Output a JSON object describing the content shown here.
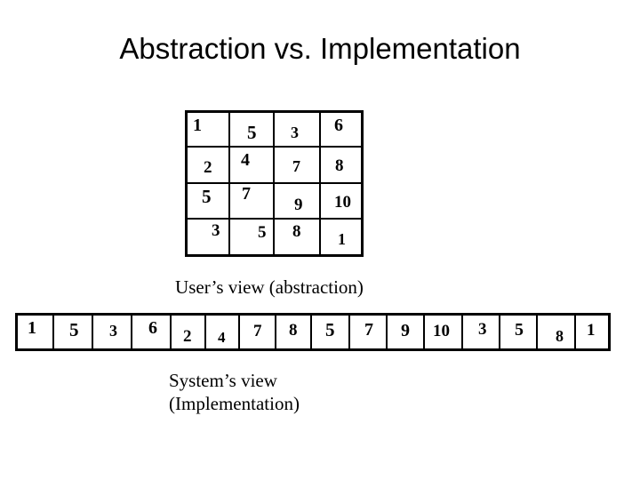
{
  "slide": {
    "title": "Abstraction vs. Implementation",
    "background_color": "#ffffff",
    "ink_color": "#000000"
  },
  "matrix": {
    "name": "users-view-matrix",
    "rows": 4,
    "cols": 4,
    "values": [
      [
        "1",
        "5",
        "3",
        "6"
      ],
      [
        "2",
        "4",
        "7",
        "8"
      ],
      [
        "5",
        "7",
        "9",
        "10"
      ],
      [
        "3",
        "5",
        "8",
        "1"
      ]
    ],
    "caption": "User’s view (abstraction)"
  },
  "strip": {
    "name": "systems-view-strip",
    "cells": [
      "1",
      "5",
      "3",
      "6",
      "2",
      "4",
      "7",
      "8",
      "5",
      "7",
      "9",
      "10",
      "3",
      "5",
      "8",
      "1"
    ],
    "caption": "System’s view\n(Implementation)"
  }
}
